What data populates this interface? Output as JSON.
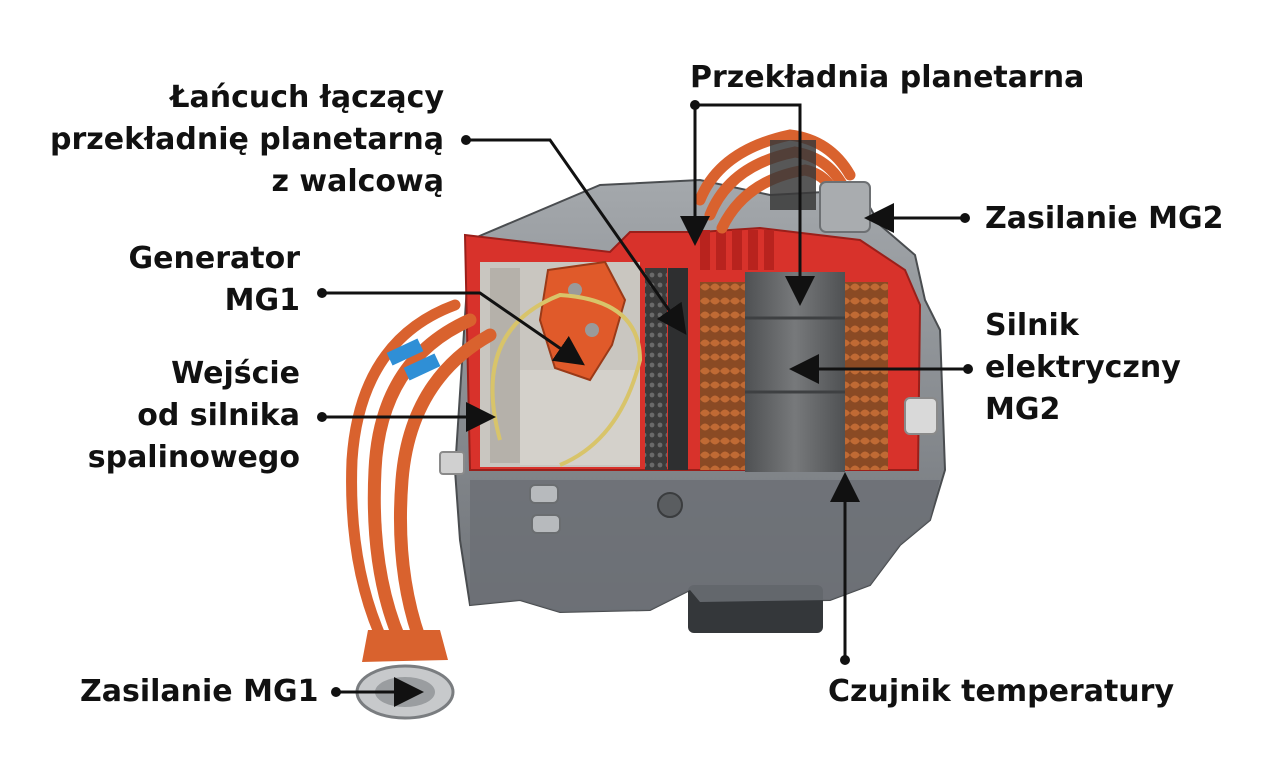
{
  "background": "#ffffff",
  "colors": {
    "label_text": "#111111",
    "leader_line": "#111111",
    "housing_metal": "#8e9296",
    "housing_dark": "#55595d",
    "cutaway_red": "#d8322b",
    "cable_orange": "#d9622e",
    "stator_copper": "#a85a2c",
    "rotor_grey": "#6a6c6e",
    "cable_blue_band": "#2f8fd6"
  },
  "labels": {
    "chain": [
      "Łańcuch łączący",
      "przekładnię planetarną",
      "z walcową"
    ],
    "planetary": [
      "Przekładnia planetarna"
    ],
    "mg2_power": [
      "Zasilanie MG2"
    ],
    "generator": [
      "Generator",
      "MG1"
    ],
    "motor": [
      "Silnik",
      "elektryczny",
      "MG2"
    ],
    "engine_input": [
      "Wejście",
      "od silnika",
      "spalinowego"
    ],
    "mg1_power": [
      "Zasilanie MG1"
    ],
    "temp_sensor": [
      "Czujnik temperatury"
    ]
  }
}
